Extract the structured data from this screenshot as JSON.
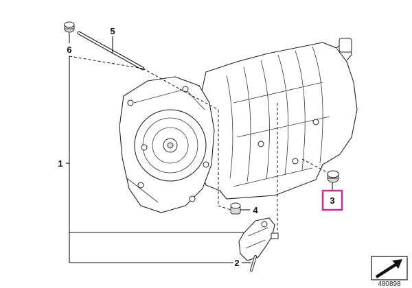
{
  "callouts": {
    "p1": "1",
    "p2": "2",
    "p3": "3",
    "p4": "4",
    "p5": "5",
    "p6": "6"
  },
  "highlight_color": "#e0228c",
  "document_number": "480898",
  "icons": {
    "direction": "arrow-direction-icon"
  }
}
